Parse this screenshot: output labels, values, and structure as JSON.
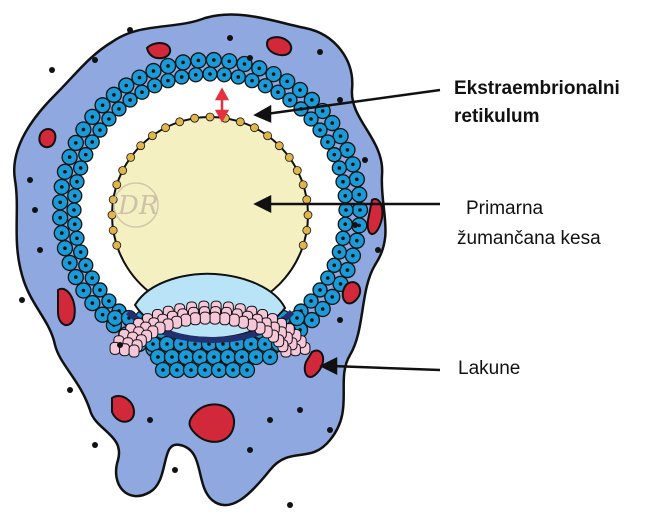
{
  "labels": {
    "extraembryonic_line1": "Ekstraembrionalni",
    "extraembryonic_line2": "retikulum",
    "yolk_line1": "Primarna",
    "yolk_line2": "žumančana kesa",
    "lacunae": "Lakune"
  },
  "watermark": "DR",
  "colors": {
    "syncytiotrophoblast": "#8fa8df",
    "cytotrophoblast_cell": "#1a9bd7",
    "yolk_sac": "#f4f0c2",
    "epiblast": "#f6c7d8",
    "amniotic_cavity": "#b9e3f6",
    "hypoblast": "#23306f",
    "lacuna_blood": "#d1283a",
    "arrow": "#e53040"
  }
}
